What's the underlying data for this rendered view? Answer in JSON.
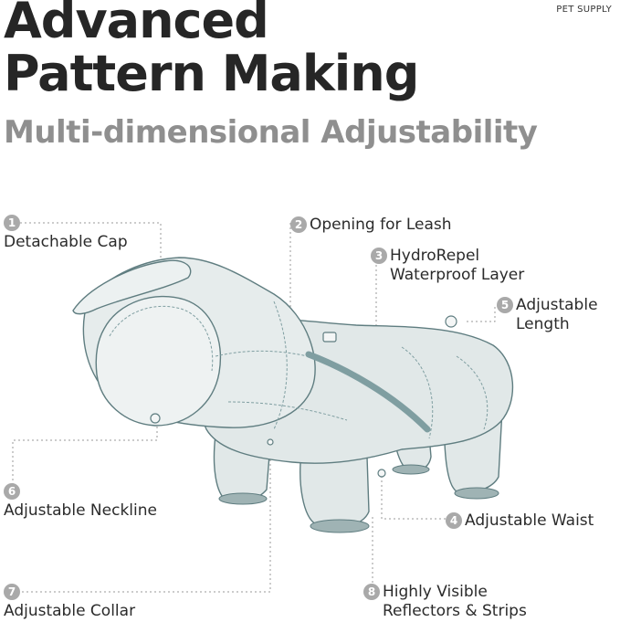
{
  "brand": "PET SUPPLY",
  "title_line1": "Advanced",
  "title_line2": "Pattern Making",
  "subtitle": "Multi-dimensional Adjustability",
  "callouts": [
    {
      "number": "1",
      "label": "Detachable Cap"
    },
    {
      "number": "2",
      "label": "Opening for Leash"
    },
    {
      "number": "3",
      "line1": "HydroRepel",
      "line2": "Waterproof Layer"
    },
    {
      "number": "4",
      "label": "Adjustable Waist"
    },
    {
      "number": "5",
      "line1": "Adjustable",
      "line2": "Length"
    },
    {
      "number": "6",
      "label": "Adjustable Neckline"
    },
    {
      "number": "7",
      "label": "Adjustable Collar"
    },
    {
      "number": "8",
      "line1": "Highly Visible",
      "line2": "Reflectors & Strips"
    }
  ],
  "colors": {
    "coat": "#dfe7e7",
    "coat_stroke": "#5f7d80",
    "strip": "#7f9ea1",
    "badge": "#a9a9a9"
  }
}
